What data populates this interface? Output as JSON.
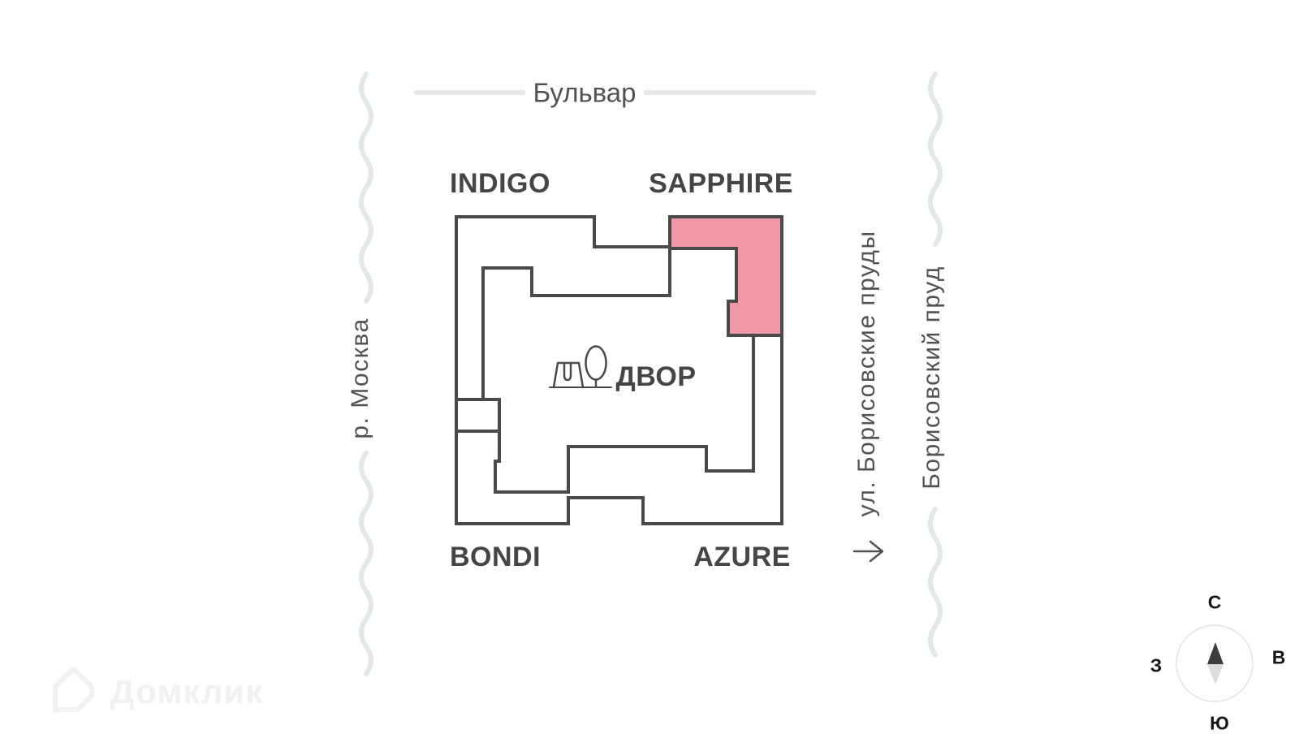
{
  "colors": {
    "outline": "#4a4a4a",
    "highlight_fill": "#f198a8",
    "street_line": "#e6e6e6",
    "water_line": "#e4e7e9",
    "label_dark": "#454545",
    "label_gray": "#525252",
    "compass_needle_dark": "#3d3d3d",
    "compass_needle_light": "#dcdcdc",
    "watermark": "#f1f1f1"
  },
  "streets": {
    "boulevard": "Бульвар",
    "river": "р. Москва",
    "street_right": "ул. Борисовские пруды",
    "pond": "Борисовский пруд"
  },
  "buildings": {
    "indigo": "INDIGO",
    "sapphire": "SAPPHIRE",
    "bondi": "BONDI",
    "azure": "AZURE"
  },
  "highlighted_building": "SAPPHIRE",
  "courtyard": {
    "label": "ДВОР"
  },
  "compass": {
    "north": "С",
    "south": "Ю",
    "west": "З",
    "east": "В"
  },
  "watermark": {
    "brand": "Домклик"
  }
}
